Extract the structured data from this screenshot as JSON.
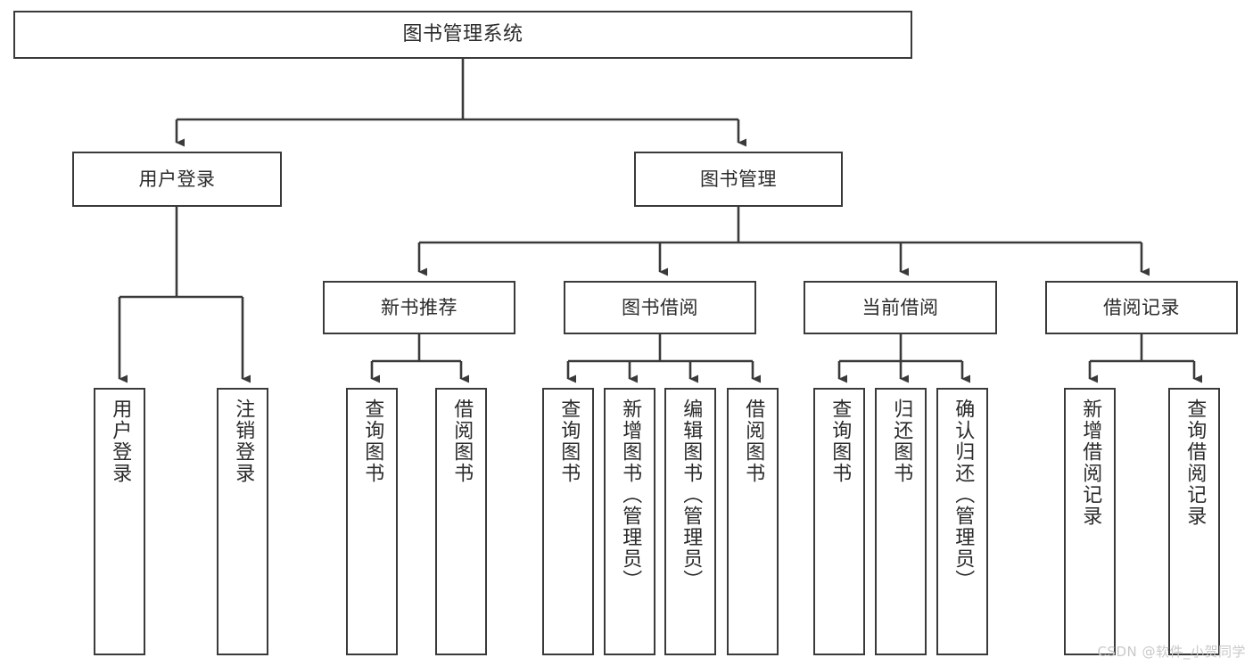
{
  "diagram": {
    "type": "tree",
    "title": "图书管理系统",
    "watermark": "CSDN @软件_小贺同学",
    "colors": {
      "box_border": "#3a3a3a",
      "box_fill": "#ffffff",
      "line": "#3a3a3a",
      "text": "#2b2b2b",
      "watermark": "#c9c9c9",
      "background": "#ffffff"
    },
    "nodes": {
      "root": {
        "label": "图书管理系统"
      },
      "level2": [
        {
          "id": "user-login",
          "label": "用户登录"
        },
        {
          "id": "book-manage",
          "label": "图书管理"
        }
      ],
      "level3": [
        {
          "id": "new-book-recommend",
          "label": "新书推荐"
        },
        {
          "id": "book-borrow",
          "label": "图书借阅"
        },
        {
          "id": "current-borrow",
          "label": "当前借阅"
        },
        {
          "id": "borrow-record",
          "label": "借阅记录"
        }
      ],
      "leaves": {
        "user-login": [
          {
            "id": "leaf-user-login",
            "label": "用户登录"
          },
          {
            "id": "leaf-logout",
            "label": "注销登录"
          }
        ],
        "new-book-recommend": [
          {
            "id": "leaf-query-book-1",
            "label": "查询图书"
          },
          {
            "id": "leaf-borrow-book-1",
            "label": "借阅图书"
          }
        ],
        "book-borrow": [
          {
            "id": "leaf-query-book-2",
            "label": "查询图书"
          },
          {
            "id": "leaf-add-book",
            "label": "新增图书（管理员）"
          },
          {
            "id": "leaf-edit-book",
            "label": "编辑图书（管理员）"
          },
          {
            "id": "leaf-borrow-book-2",
            "label": "借阅图书"
          }
        ],
        "current-borrow": [
          {
            "id": "leaf-query-book-3",
            "label": "查询图书"
          },
          {
            "id": "leaf-return-book",
            "label": "归还图书"
          },
          {
            "id": "leaf-confirm-return",
            "label": "确认归还（管理员）"
          }
        ],
        "borrow-record": [
          {
            "id": "leaf-add-record",
            "label": "新增借阅记录"
          },
          {
            "id": "leaf-query-record",
            "label": "查询借阅记录"
          }
        ]
      }
    },
    "edges": [
      {
        "from": "图书管理系统",
        "to": "用户登录"
      },
      {
        "from": "图书管理系统",
        "to": "图书管理"
      },
      {
        "from": "图书管理",
        "to": "新书推荐"
      },
      {
        "from": "图书管理",
        "to": "图书借阅"
      },
      {
        "from": "图书管理",
        "to": "当前借阅"
      },
      {
        "from": "图书管理",
        "to": "借阅记录"
      },
      {
        "from": "用户登录",
        "to": "用户登录"
      },
      {
        "from": "用户登录",
        "to": "注销登录"
      },
      {
        "from": "新书推荐",
        "to": "查询图书"
      },
      {
        "from": "新书推荐",
        "to": "借阅图书"
      },
      {
        "from": "图书借阅",
        "to": "查询图书"
      },
      {
        "from": "图书借阅",
        "to": "新增图书（管理员）"
      },
      {
        "from": "图书借阅",
        "to": "编辑图书（管理员）"
      },
      {
        "from": "图书借阅",
        "to": "借阅图书"
      },
      {
        "from": "当前借阅",
        "to": "查询图书"
      },
      {
        "from": "当前借阅",
        "to": "归还图书"
      },
      {
        "from": "当前借阅",
        "to": "确认归还（管理员）"
      },
      {
        "from": "借阅记录",
        "to": "新增借阅记录"
      },
      {
        "from": "借阅记录",
        "to": "查询借阅记录"
      }
    ]
  }
}
